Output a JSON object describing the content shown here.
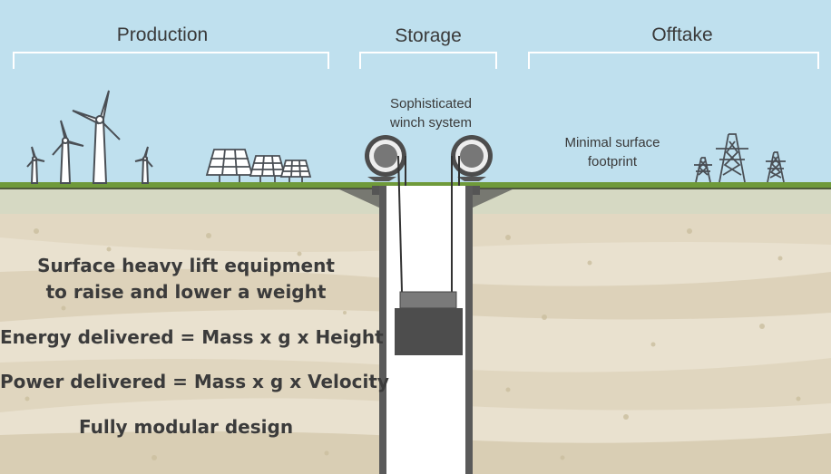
{
  "sections": {
    "production": "Production",
    "storage": "Storage",
    "offtake": "Offtake"
  },
  "callouts": {
    "winch_line1": "Sophisticated",
    "winch_line2": "winch system",
    "footprint_line1": "Minimal surface",
    "footprint_line2": "footprint"
  },
  "features": [
    "Surface heavy lift equipment",
    "to raise and lower a weight",
    "Energy delivered = Mass x g x Height",
    "Power delivered = Mass x g x Velocity",
    "Fully modular design"
  ],
  "colors": {
    "sky": "#bfe0ee",
    "grass": "#6f9a3a",
    "ground_light": "#ece5d6",
    "ground_dark": "#d9cfb8",
    "line": "#4a4f55",
    "weight": "#4d4d4d",
    "shaft_wall": "#4f4f4f"
  },
  "icons": [
    "wind-turbine-icon",
    "solar-panel-icon",
    "pylon-icon",
    "winch-icon"
  ]
}
